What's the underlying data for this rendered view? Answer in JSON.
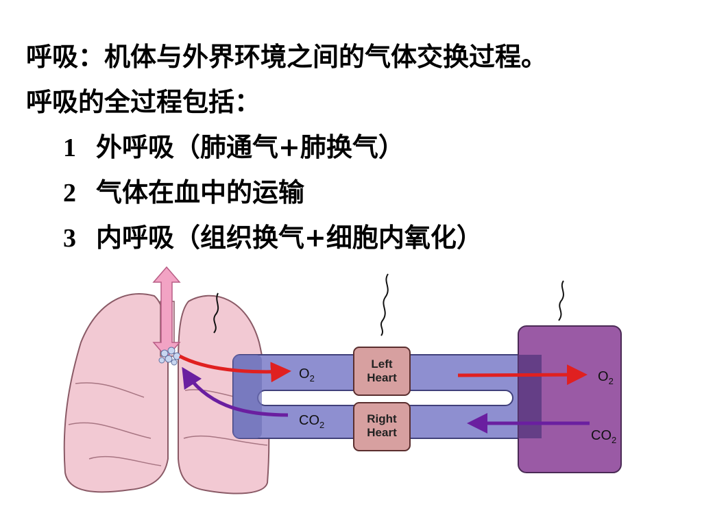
{
  "text": {
    "line1": "呼吸：机体与外界环境之间的气体交换过程。",
    "line2": "呼吸的全过程包括：",
    "items": [
      {
        "num": "1",
        "label": "外呼吸（肺通气+肺换气）"
      },
      {
        "num": "2",
        "label": "气体在血中的运输"
      },
      {
        "num": "3",
        "label": "内呼吸（组织换气+细胞内氧化）"
      }
    ]
  },
  "diagram": {
    "left_heart": [
      "Left",
      "Heart"
    ],
    "right_heart": [
      "Right",
      "Heart"
    ],
    "o2_label_left": {
      "main": "O",
      "sub": "2"
    },
    "co2_label_left": {
      "main": "CO",
      "sub": "2"
    },
    "o2_label_right": {
      "main": "O",
      "sub": "2"
    },
    "co2_label_right": {
      "main": "CO",
      "sub": "2"
    },
    "colors": {
      "lung": "#f2c9d3",
      "lung_outline": "#8a5a66",
      "vessel": "#8e8fd0",
      "vessel_dark": "#40407a",
      "heart_box": "#d7a0a0",
      "tissue": "#9a5aa5",
      "o2_arrow": "#e02020",
      "co2_arrow": "#6a1fa0",
      "airway_arrow": "#f2a3c4"
    }
  }
}
